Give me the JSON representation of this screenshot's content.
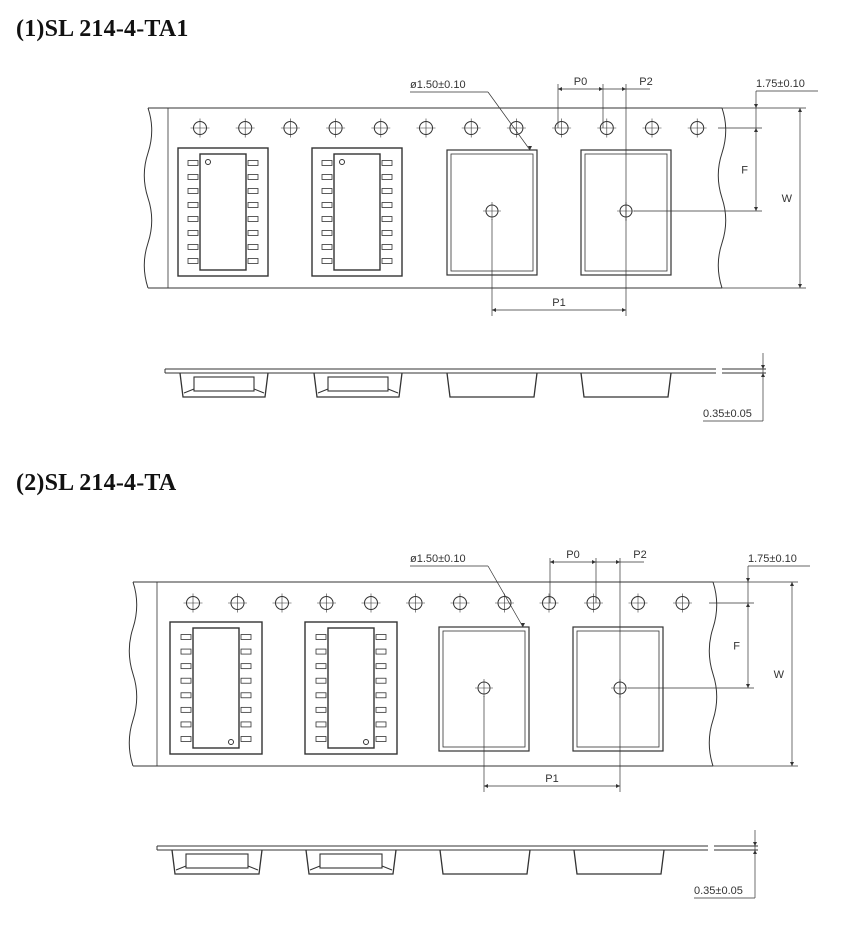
{
  "sections": [
    {
      "title": "(1)SL 214-4-TA1",
      "labels": {
        "hole_diameter": "ø1.50±0.10",
        "p0": "P0",
        "p2": "P2",
        "edge_offset": "1.75±0.10",
        "f": "F",
        "w": "W",
        "p1": "P1",
        "thickness": "0.35±0.05"
      }
    },
    {
      "title": "(2)SL 214-4-TA",
      "labels": {
        "hole_diameter": "ø1.50±0.10",
        "p0": "P0",
        "p2": "P2",
        "edge_offset": "1.75±0.10",
        "f": "F",
        "w": "W",
        "p1": "P1",
        "thickness": "0.35±0.05"
      }
    }
  ]
}
